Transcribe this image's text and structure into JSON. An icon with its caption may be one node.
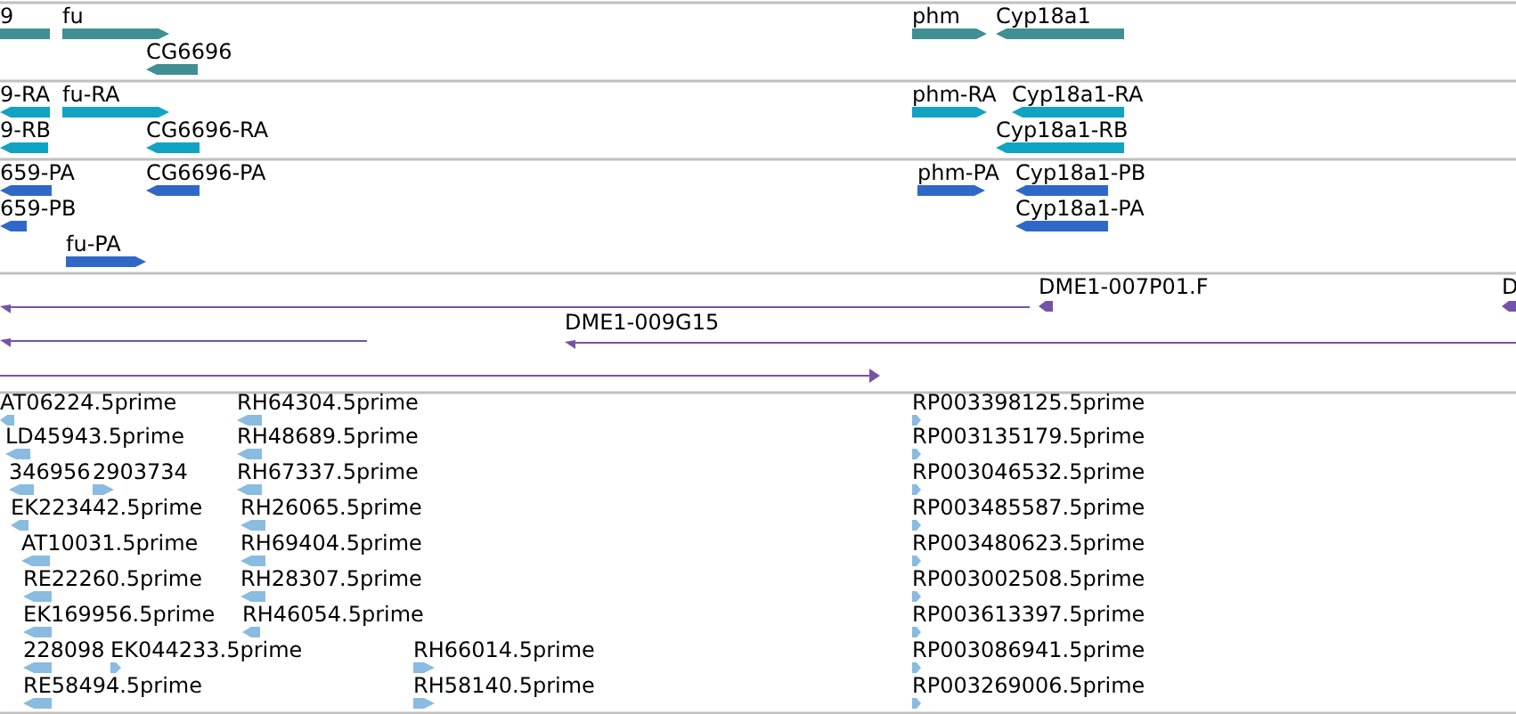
{
  "diagram": {
    "labels": [
      "9",
      "fu",
      "phm",
      "Cyp18a1",
      "CG6696",
      "9-RA",
      "fu-RA",
      "phm-RA",
      "Cyp18a1-RA",
      "9-RB",
      "CG6696-RA",
      "Cyp18a1-RB",
      "659-PA",
      "CG6696-PA",
      "phm-PA",
      "Cyp18a1-PB",
      "659-PB",
      "Cyp18a1-PA",
      "fu-PA",
      "DME1-007P01.F",
      "D",
      "DME1-009G15",
      "AT06224.5prime",
      "RH64304.5prime",
      "RP003398125.5prime",
      "LD45943.5prime",
      "RH48689.5prime",
      "RP003135179.5prime",
      "346956",
      "2903734",
      "RH67337.5prime",
      "RP003046532.5prime",
      "EK223442.5prime",
      "RH26065.5prime",
      "RP003485587.5prime",
      "AT10031.5prime",
      "RH69404.5prime",
      "RP003480623.5prime",
      "RE22260.5prime",
      "RH28307.5prime",
      "RP003002508.5prime",
      "EK169956.5prime",
      "RH46054.5prime",
      "RP003613397.5prime",
      "228098",
      "EK044233.5prime",
      "RH66014.5prime",
      "RP003086941.5prime",
      "RE58494.5prime",
      "RH58140.5prime",
      "RP003269006.5prime"
    ]
  }
}
